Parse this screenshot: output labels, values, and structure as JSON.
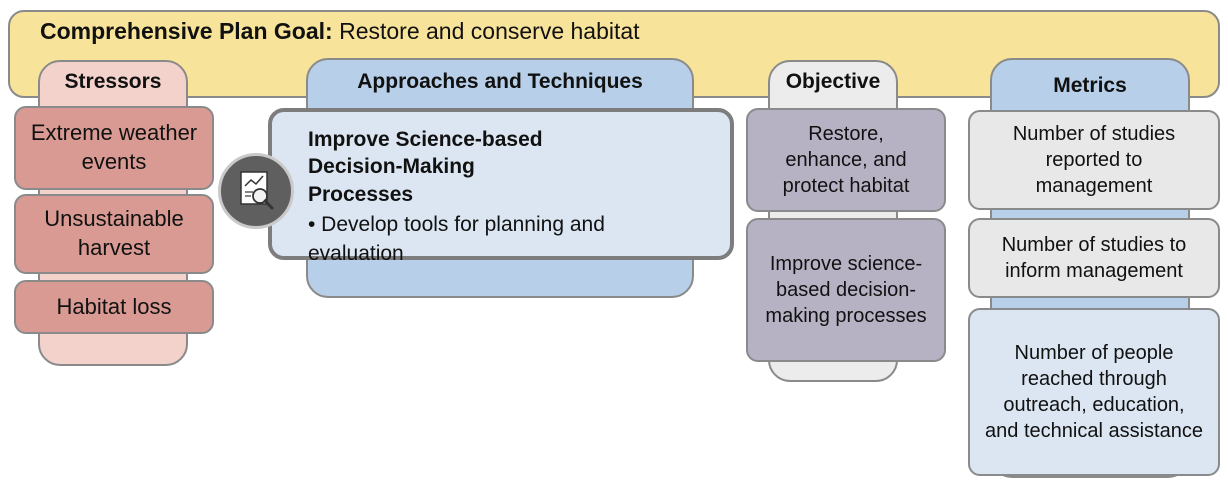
{
  "goal": {
    "label": "Comprehensive Plan Goal:",
    "text": " Restore and conserve habitat"
  },
  "columns": {
    "stressors": {
      "title": "Stressors",
      "items": [
        "Extreme weather events",
        "Unsustainable harvest",
        "Habitat loss"
      ]
    },
    "approaches": {
      "title": "Approaches and Techniques",
      "main_title": "Improve Science-based Decision-Making Processes",
      "bullet": "• Develop tools for planning and evaluation"
    },
    "objective": {
      "title": "Objective",
      "items": [
        "Restore, enhance, and protect habitat",
        "Improve science-based decision-making processes"
      ]
    },
    "metrics": {
      "title": "Metrics",
      "items": [
        "Number of studies reported to management",
        "Number of studies to inform management",
        "Number of people reached through outreach, education, and technical assistance"
      ]
    }
  },
  "icons": {
    "approach_icon": "magnifier-chart-icon"
  },
  "colors": {
    "goal": "#f8e39a",
    "stressor": "#d99a93",
    "approach": "#dbe6f2",
    "objective": "#b6b2c4",
    "metric_header": "#b7cfe8"
  }
}
